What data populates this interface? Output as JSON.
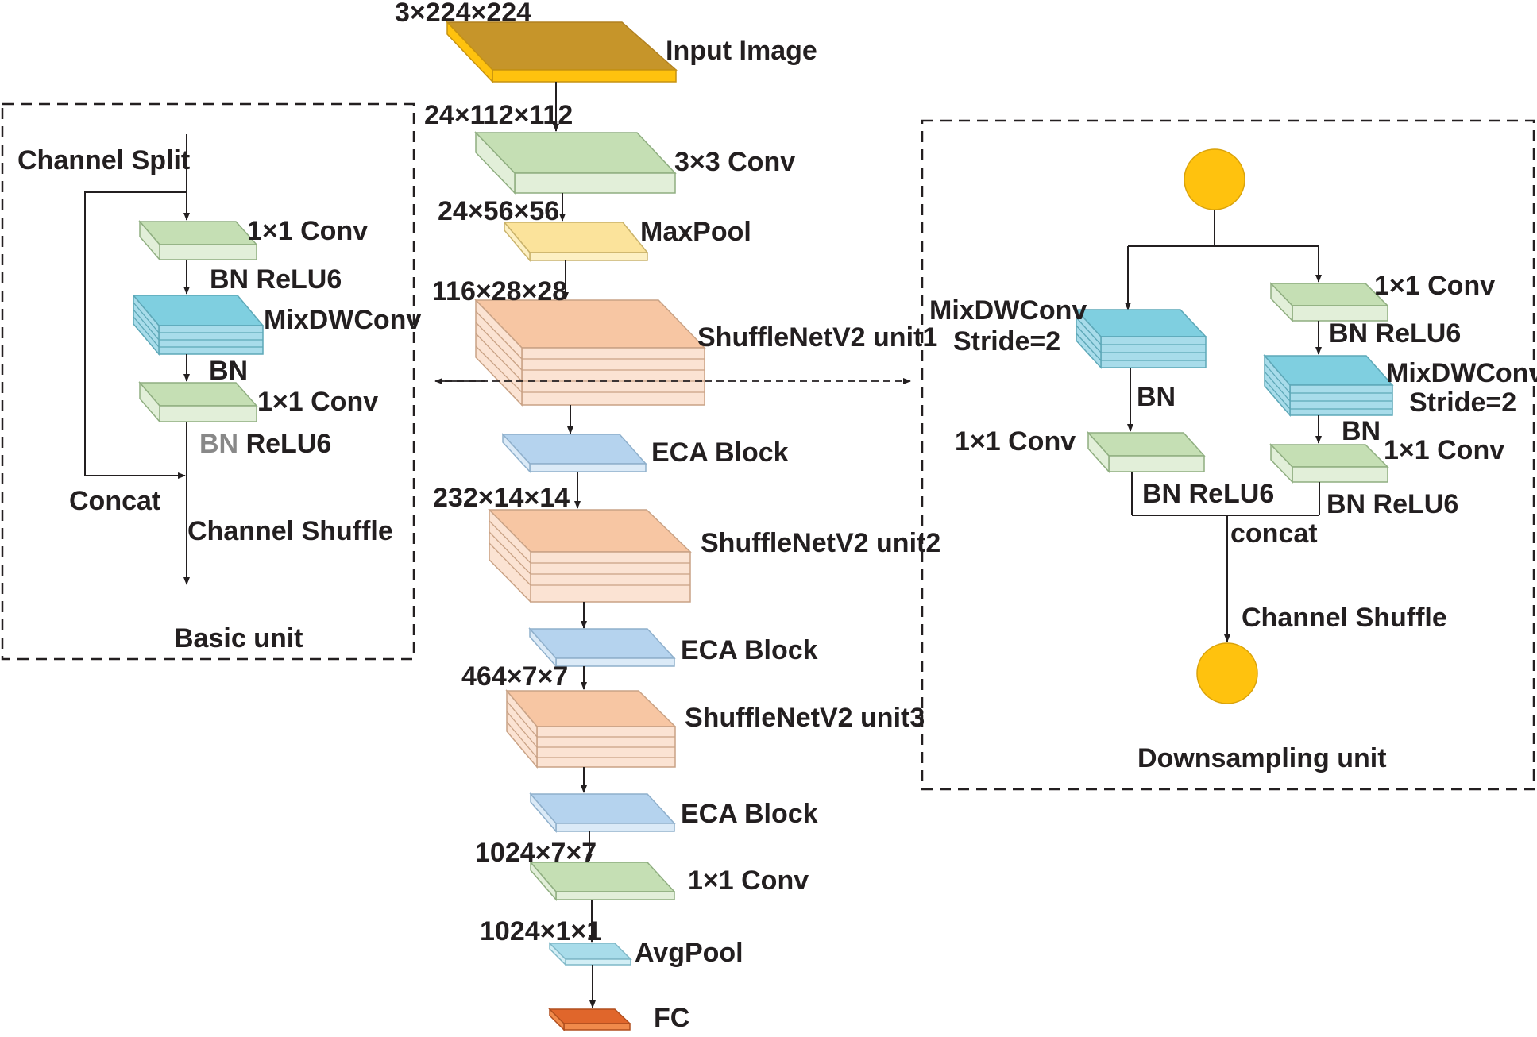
{
  "colors": {
    "input_top": "#c6952a",
    "input_side": "#ffc20e",
    "conv_top": "#c5dfb4",
    "conv_side": "#e2efd9",
    "pool_top": "#fbe39b",
    "pool_side": "#fdf0c3",
    "unit_top": "#f7c6a3",
    "unit_side": "#fbe3d3",
    "eca_top": "#b5d3ee",
    "eca_side": "#dbeaf7",
    "mixdw_top": "#7fcfe0",
    "mixdw_side": "#a8dcea",
    "avgpool_top": "#a8dcea",
    "fc_top": "#e0662b",
    "fc_side": "#f08a4b",
    "circle": "#ffc20e",
    "line": "#231f20"
  },
  "main_pipeline": {
    "input_image": {
      "label": "Input Image",
      "shape": "3×224×224"
    },
    "conv3x3": {
      "label": "3×3 Conv",
      "shape": "24×112×112"
    },
    "maxpool": {
      "label": "MaxPool",
      "shape": "24×56×56"
    },
    "unit1": {
      "label": "ShuffleNetV2 unit1",
      "shape": "116×28×28"
    },
    "eca1": {
      "label": "ECA Block"
    },
    "unit2": {
      "label": "ShuffleNetV2 unit2",
      "shape": "232×14×14"
    },
    "eca2": {
      "label": "ECA Block"
    },
    "unit3": {
      "label": "ShuffleNetV2 unit3",
      "shape": "464×7×7"
    },
    "eca3": {
      "label": "ECA Block"
    },
    "conv1x1": {
      "label": "1×1 Conv",
      "shape": "1024×7×7"
    },
    "avgpool": {
      "label": "AvgPool",
      "shape": "1024×1×1"
    },
    "fc": {
      "label": "FC"
    }
  },
  "basic_unit": {
    "title": "Basic unit",
    "channel_split": "Channel Split",
    "conv_a": "1×1 Conv",
    "bn_relu_a": "BN ReLU6",
    "mixdwconv": "MixDWConv",
    "bn": "BN",
    "conv_b": "1×1 Conv",
    "bn_relu_b_bn": "BN",
    "bn_relu_b_relu": "ReLU6",
    "concat": "Concat",
    "channel_shuffle": "Channel Shuffle"
  },
  "downsampling_unit": {
    "title": "Downsampling unit",
    "left_mixdw_line1": "MixDWConv",
    "left_mixdw_line2": "Stride=2",
    "left_bn": "BN",
    "left_conv": "1×1 Conv",
    "left_bn_relu": "BN ReLU6",
    "right_conv_a": "1×1 Conv",
    "right_bn_relu_a": "BN ReLU6",
    "right_mixdw_line1": "MixDWConv",
    "right_mixdw_line2": "Stride=2",
    "right_bn": "BN",
    "right_conv_b": "1×1 Conv",
    "right_bn_relu_b": "BN ReLU6",
    "concat": "concat",
    "channel_shuffle": "Channel Shuffle"
  }
}
